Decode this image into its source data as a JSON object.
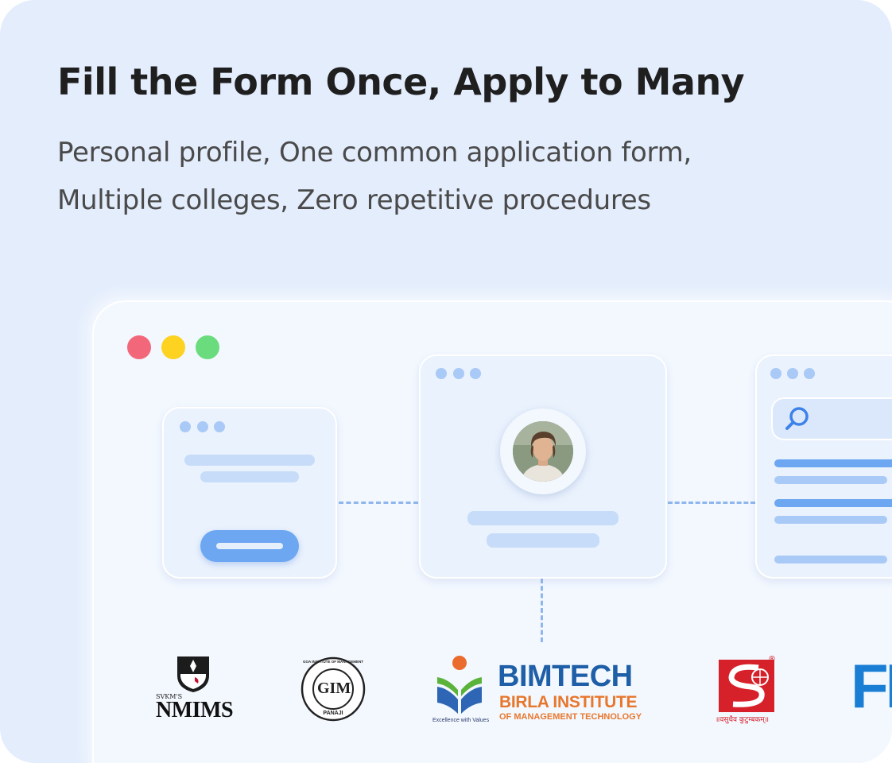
{
  "hero": {
    "title": "Fill the Form Once, Apply to Many",
    "subtitle_line1": "Personal profile, One common application form,",
    "subtitle_line2": "Multiple colleges, Zero repetitive procedures"
  },
  "logos": {
    "nmims": {
      "prefix": "SVKM'S",
      "name": "NMIMS"
    },
    "gim": {
      "monogram": "GIM",
      "ring_text": "GOA INSTITUTE OF MANAGEMENT",
      "city": "PANAJI"
    },
    "bimtech": {
      "name": "BIMTECH",
      "full_name": "BIRLA INSTITUTE",
      "tagline_line2": "OF MANAGEMENT TECHNOLOGY",
      "motto": "Excellence with Values"
    },
    "symbiosis": {
      "motto": "॥वसुधैव कुटुम्बकम्॥",
      "mark": "®"
    },
    "partial": {
      "text": "FL"
    }
  },
  "colors": {
    "card_bg": "#e3edfc",
    "accent_blue": "#6da7f2",
    "nmims_red": "#c8102e",
    "bimtech_blue": "#1f5fa8",
    "bimtech_orange": "#e8772e",
    "symbiosis_red": "#d6202a",
    "partial_blue": "#1a7fd4"
  },
  "icons": [
    "window-controls-icon",
    "search-icon",
    "user-avatar-icon"
  ]
}
